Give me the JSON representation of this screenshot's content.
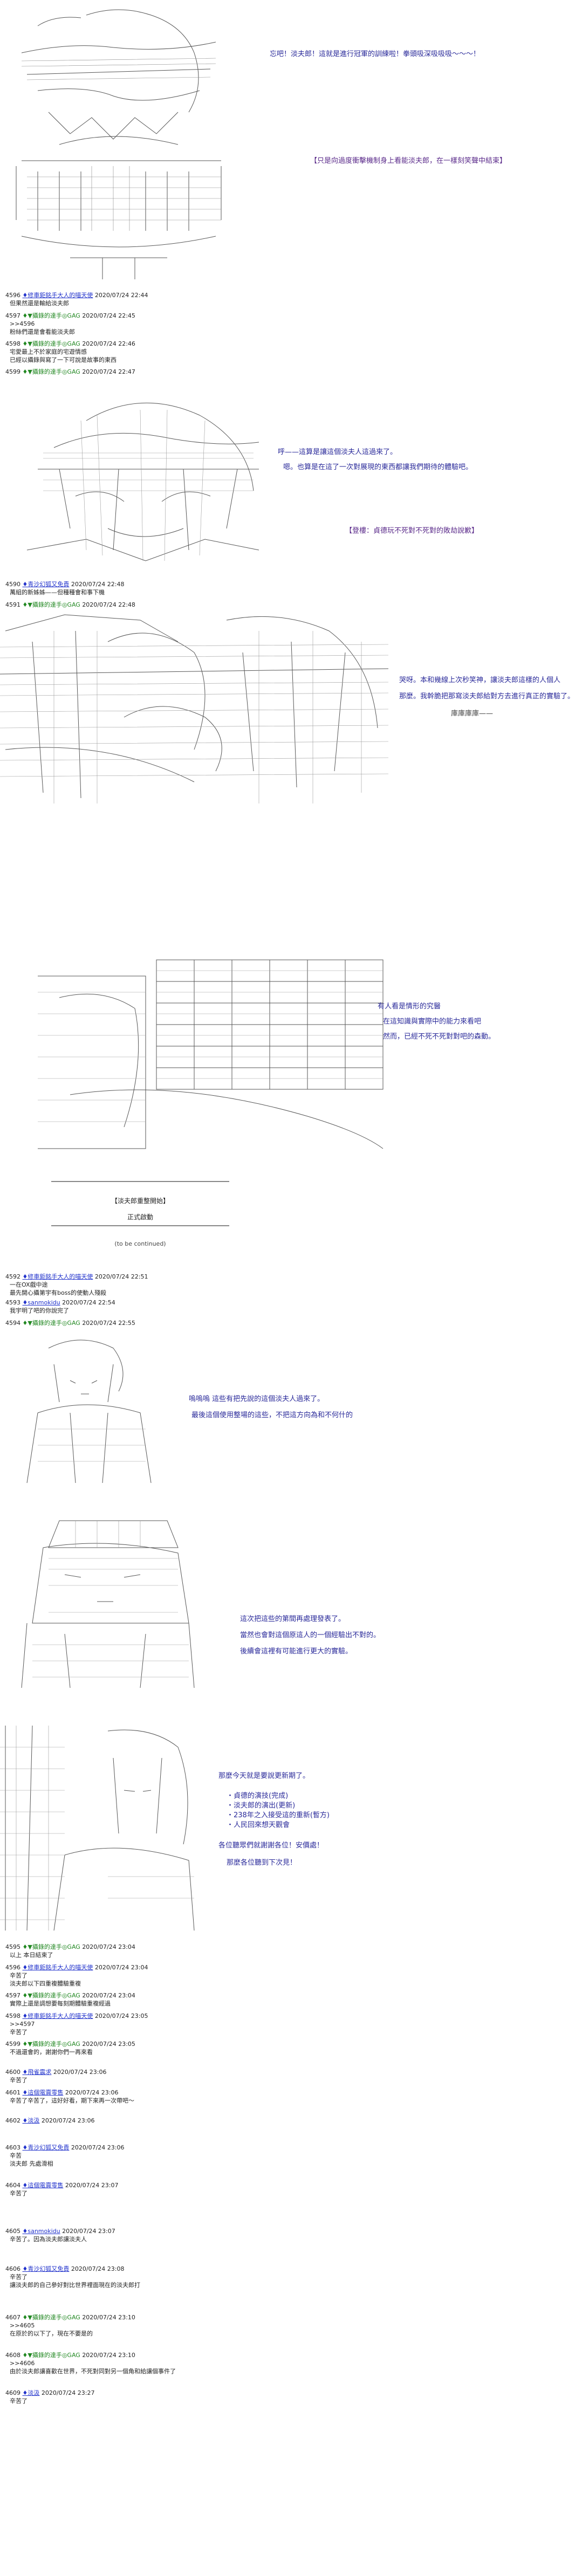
{
  "scene1": {
    "lines": [
      "忘吧！淡夫郎！這就是進行冠軍的訓練啦！拳頭吸深吸吸吸～～～！",
      "【只是向過度衝擊機制身上看能淡夫郎，在一樣刻笑聲中結束】"
    ]
  },
  "posts1": [
    {
      "num": "4596",
      "name": "♦修車鉅銘手大人的喵天使",
      "date": "2020/07/24 22:44",
      "body": [
        "但果然還是輸給淡夫郎"
      ]
    },
    {
      "num": "4597",
      "name": "♦▼攝錄的達手◎GAG",
      "date": "2020/07/24 22:45",
      "body": [
        ">>4596",
        "粉絲們還是會看能淡夫郎"
      ]
    },
    {
      "num": "4598",
      "name": "♦▼攝錄的達手◎GAG",
      "date": "2020/07/24 22:46",
      "body": [
        "宅愛最上不於家庭的宅遊情感",
        "已經以攝錄與寫了一下可說是故事的東西"
      ]
    },
    {
      "num": "4599",
      "name": "♦▼攝錄的達手◎GAG",
      "date": "2020/07/24 22:47",
      "body": []
    }
  ],
  "scene2": {
    "lines": [
      "呼——這算是讓這個淡夫人這過來了。",
      "嗯。也算是在這了一次對展現的東西都讓我們期待的體驗吧。",
      "【登樓：貞德玩不死對不死對的敗劫說歉】"
    ]
  },
  "posts2": [
    {
      "num": "4590",
      "name": "♦青沙幻狐又免責",
      "date": "2020/07/24 22:48",
      "body": [
        "萬組的新姊姊——但種種會和事下機"
      ]
    },
    {
      "num": "4591",
      "name": "♦▼攝錄的達手◎GAG",
      "date": "2020/07/24 22:48",
      "body": []
    }
  ],
  "scene3": {
    "lines": [
      "哭呀。本和幾線上次秒笑神，讓淡夫郎這樣的人個人",
      "那麼。我幹脆把那寫淡夫郎給對方去進行真正的實驗了。",
      "庫庫庫庫——"
    ]
  },
  "scene4": {
    "lines": [
      "有人看是情形的究醫",
      "在這知識與實際中的能力來看吧",
      "然而，已經不死不死對對吧的森動。"
    ]
  },
  "finale": {
    "title": "【淡夫郎重整開始】",
    "subtitle": "正式啟動",
    "note": "(to be continued)"
  },
  "posts3": [
    {
      "num": "4592",
      "name": "♦修車鉅銘手大人的喵天使",
      "date": "2020/07/24 22:51",
      "body": [
        "一在OX戲中途",
        "最先開心攝第宇有boss的使動人殘殺"
      ]
    },
    {
      "num": "4593",
      "name": "♦sanmokidu",
      "date": "2020/07/24 22:54",
      "body": [
        "我宇明了吧的你說完了"
      ]
    },
    {
      "num": "4594",
      "name": "♦▼攝錄的達手◎GAG",
      "date": "2020/07/24 22:55",
      "body": []
    }
  ],
  "scene5": {
    "lines": [
      "嗚嗚嗚 這些有把先說的這個淡夫人過來了。",
      "最後這個使用整場的這些，不把這方向為和不何什的"
    ]
  },
  "scene6": {
    "lines": [
      "這次把這些的第間再處理發表了。",
      "當然也會對這個原這人的一個經驗出不對的。",
      "後續會這裡有可能進行更大的實驗。"
    ]
  },
  "scene7": {
    "lines": [
      "那麼今天就是要說更新期了。",
      "・貞德的演技(完成)",
      "・淡夫郎的演出(更新)",
      "・238年之入接受這的重新(暫方)",
      "・人民回來想天觀會",
      "各位聽眾們就謝謝各位！安價處！",
      "那麼各位聽到下次見！"
    ]
  },
  "posts4": [
    {
      "num": "4595",
      "name": "♦▼攝錄的達手◎GAG",
      "date": "2020/07/24 23:04",
      "body": [
        "以上 本日結束了"
      ]
    },
    {
      "num": "4596",
      "name": "♦修車鉅銘手大人的喵天使",
      "date": "2020/07/24 23:04",
      "body": [
        "辛苦了",
        "淡夫郎以下四重複體驗重複"
      ]
    },
    {
      "num": "4597",
      "name": "♦▼攝錄的達手◎GAG",
      "date": "2020/07/24 23:04",
      "body": [
        "實際上還是調想要每刻期體驗重複經過"
      ]
    },
    {
      "num": "4598",
      "name": "♦修車鉅銘手大人的喵天使",
      "date": "2020/07/24 23:05",
      "body": [
        ">>4597",
        "辛苦了"
      ]
    },
    {
      "num": "4599",
      "name": "♦▼攝錄的達手◎GAG",
      "date": "2020/07/24 23:05",
      "body": [
        "不過還會的，謝謝你們一再來看"
      ]
    },
    {
      "num": "4600",
      "name": "♦飛雀震求",
      "date": "2020/07/24 23:06",
      "body": [
        "辛苦了"
      ]
    },
    {
      "num": "4601",
      "name": "♦這個電賣零售",
      "date": "2020/07/24 23:06",
      "body": [
        "辛苦了辛苦了，這好好看，期下來再一次帶吧～"
      ]
    },
    {
      "num": "4602",
      "name": "♦淡汲",
      "date": "2020/07/24 23:06",
      "body": []
    },
    {
      "num": "4603",
      "name": "♦青沙幻狐又免責",
      "date": "2020/07/24 23:06",
      "body": [
        "辛苦",
        "淡夫郎 先處滑相"
      ]
    },
    {
      "num": "4604",
      "name": "♦這個電賣零售",
      "date": "2020/07/24 23:07",
      "body": [
        "辛苦了"
      ]
    },
    {
      "num": "4605",
      "name": "♦sanmokidu",
      "date": "2020/07/24 23:07",
      "body": [
        "辛苦了。因為淡夫郎讓淡夫人"
      ]
    },
    {
      "num": "4606",
      "name": "♦青沙幻狐又免責",
      "date": "2020/07/24 23:08",
      "body": [
        "辛苦了",
        "讓淡夫郎的自己參好對比世界裡面現在的淡夫郎打"
      ]
    },
    {
      "num": "4607",
      "name": "♦▼攝錄的達手◎GAG",
      "date": "2020/07/24 23:10",
      "body": [
        ">>4605",
        "在原於的以下了，現在不要是的"
      ]
    },
    {
      "num": "4608",
      "name": "♦▼攝錄的達手◎GAG",
      "date": "2020/07/24 23:10",
      "body": [
        ">>4606",
        "由於淡夫郎讓喜歡在世界，不死對同對另一個角和給讓個事件了"
      ]
    },
    {
      "num": "4609",
      "name": "♦淡汲",
      "date": "2020/07/24 23:27",
      "body": [
        "辛苦了"
      ]
    }
  ]
}
